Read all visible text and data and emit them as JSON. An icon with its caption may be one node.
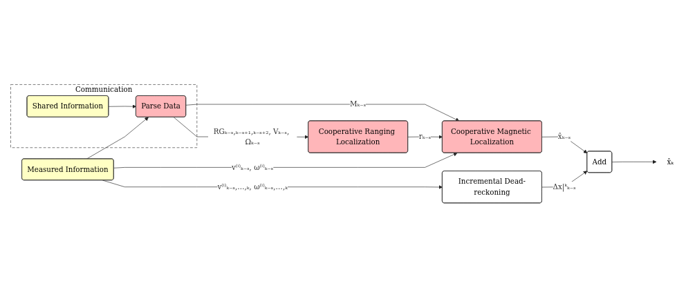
{
  "diagram": {
    "nodes": [
      {
        "text": [
          "Communication"
        ]
      },
      {
        "text": [
          "Shared Information"
        ],
        "in": 0
      },
      {
        "text": [
          "Parse Data"
        ],
        "in": 0
      },
      {
        "text": [
          "Measured Information"
        ]
      },
      {
        "text": [
          "Cooperative Ranging Localization"
        ]
      },
      {
        "text": [
          "Cooperative Magnetic Localization"
        ]
      },
      {
        "text": [
          "Incremental Dead-reckoning"
        ]
      },
      {
        "text": [
          "Add"
        ]
      },
      {
        "text": [
          "x̂ₖ"
        ]
      }
    ],
    "edges": [
      {
        "from": 1,
        "to": 2,
        "arrow": "to"
      },
      {
        "from": 3,
        "to": 2,
        "arrow": "to"
      },
      {
        "from": 2,
        "to": 4,
        "arrow": "to",
        "label": "RGₖ₋ₛ,ₖ₋ₛ₊₁,ₖ₋ₛ₊₂, Vₖ₋ₛ, Ωₖ₋ₛ"
      },
      {
        "from": 2,
        "to": 5,
        "arrow": "to",
        "label": "Mₖ₋ₛ"
      },
      {
        "from": 4,
        "to": 5,
        "arrow": "to",
        "label": "rₖ₋ₛ"
      },
      {
        "from": 3,
        "to": 5,
        "arrow": "to",
        "label": "v⁽ⁱ⁾ₖ₋ₛ, ω⁽ⁱ⁾ₖ₋ₛ"
      },
      {
        "from": 3,
        "to": 6,
        "arrow": "to",
        "label": "v⁽ⁱ⁾ₖ₋ₛ,…,ₖ, ω⁽ⁱ⁾ₖ₋ₛ,…,ₖ"
      },
      {
        "from": 5,
        "to": 7,
        "arrow": "to",
        "label": "x̂ₖ₋ₛ"
      },
      {
        "from": 6,
        "to": 7,
        "arrow": "to",
        "label": "Δx|ᵏₖ₋ₛ"
      },
      {
        "from": 7,
        "to": 8,
        "arrow": "to"
      }
    ]
  }
}
